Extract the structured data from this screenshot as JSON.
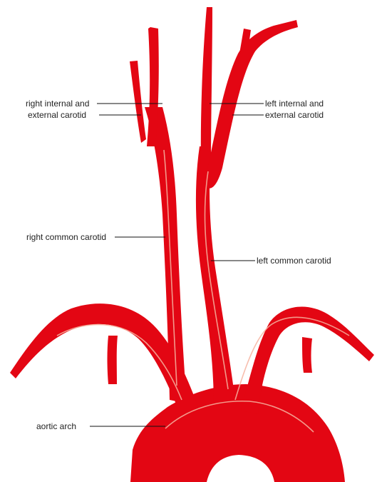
{
  "labels": {
    "right_internal_external_line1": "right internal and",
    "right_internal_external_line2": "external carotid",
    "left_internal_external_line1": "left internal and",
    "left_internal_external_line2": "external carotid",
    "right_common_carotid": "right common carotid",
    "left_common_carotid": "left common carotid",
    "aortic_arch": "aortic arch"
  },
  "colors": {
    "artery": "#e30613",
    "highlight": "#f6b3a0",
    "label_text": "#222222",
    "leader_line": "#111111",
    "background": "#ffffff"
  }
}
